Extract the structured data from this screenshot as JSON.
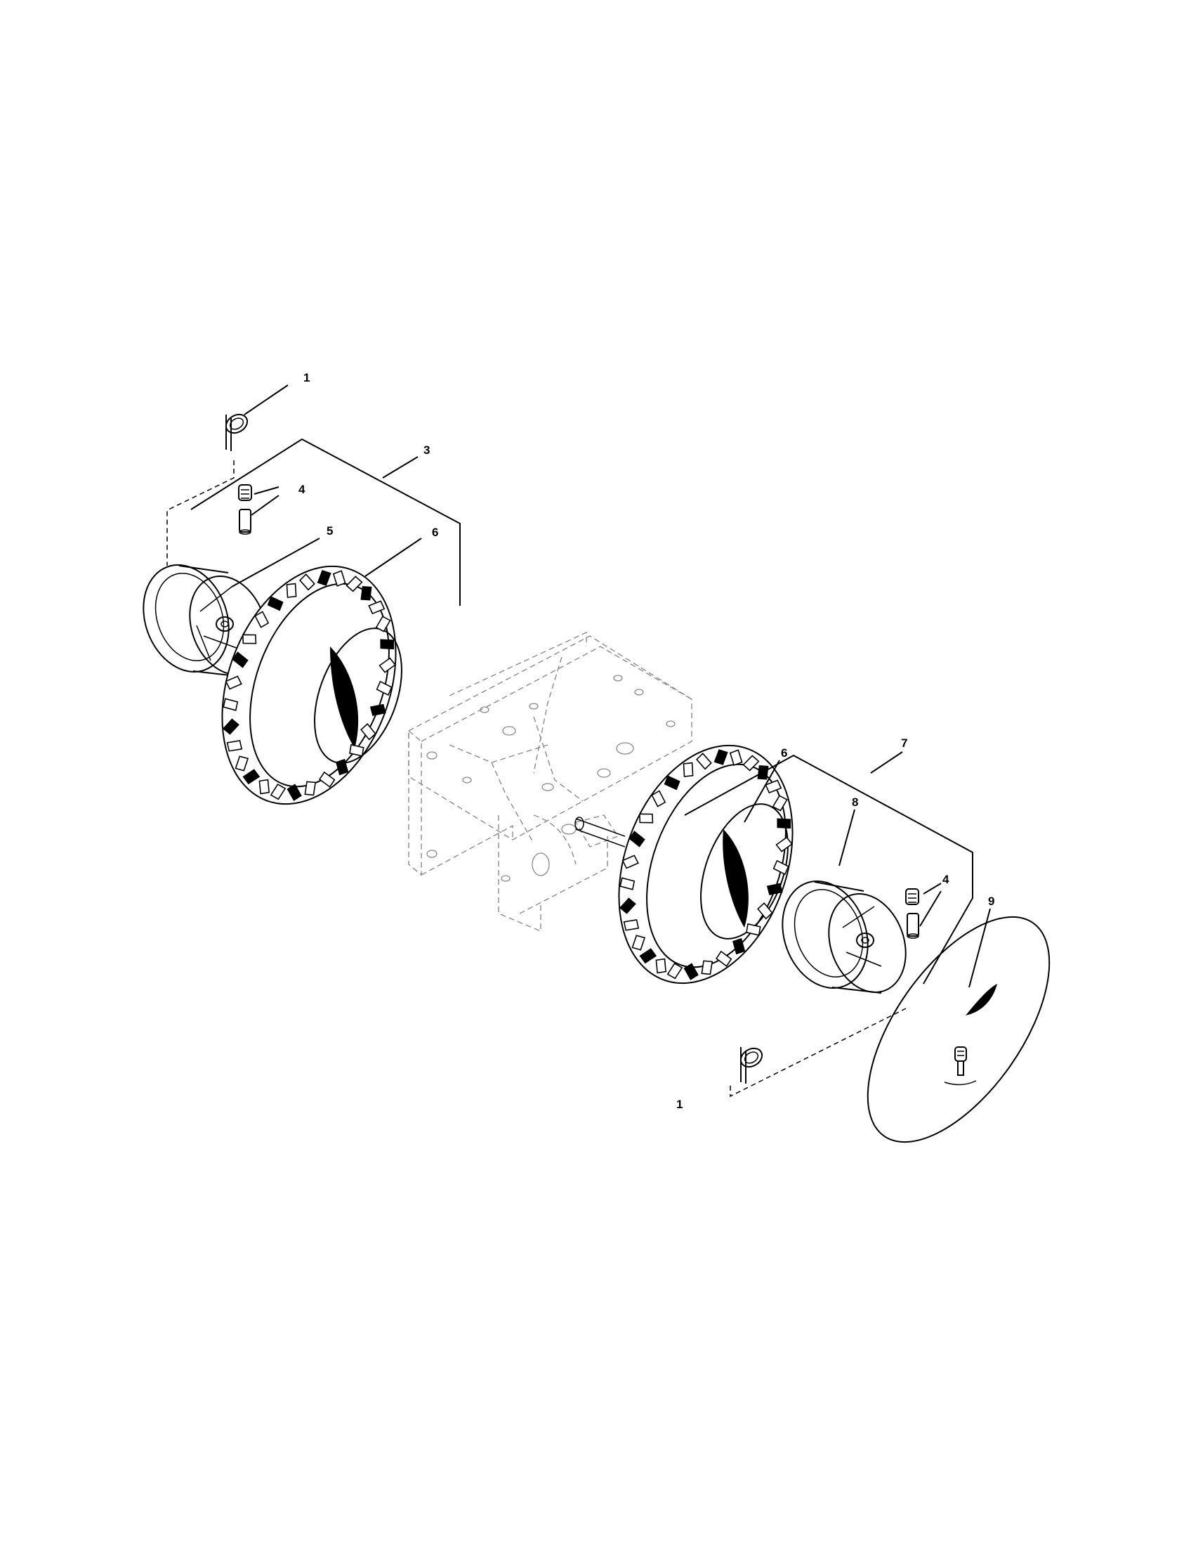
{
  "diagram": {
    "callouts": {
      "c1_top": "1",
      "c3": "3",
      "c4_top": "4",
      "c5": "5",
      "c6_left": "6",
      "c7": "7",
      "c6_right": "6",
      "c8": "8",
      "c4_right": "4",
      "c9": "9",
      "c1_bottom": "1"
    }
  }
}
